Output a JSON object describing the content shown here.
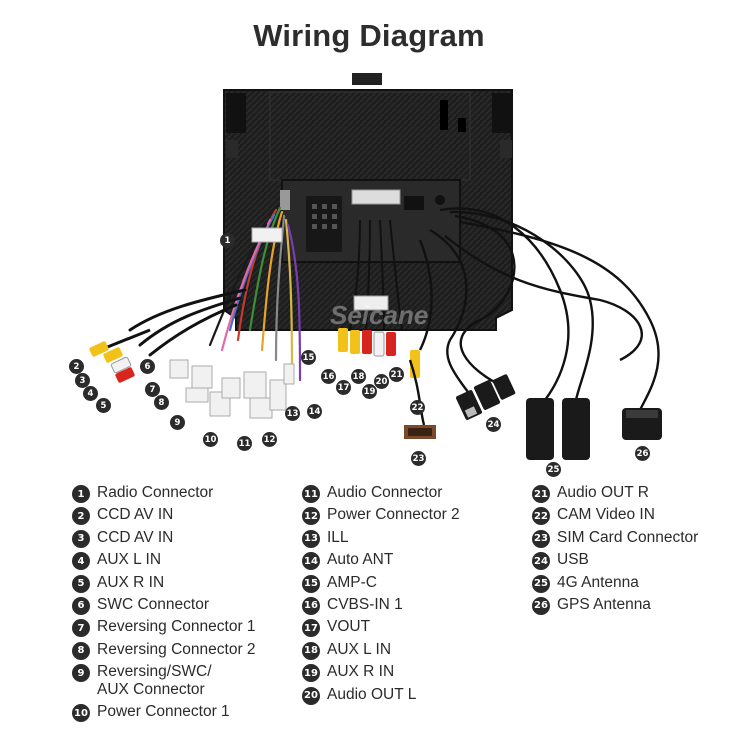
{
  "title": "Wiring Diagram",
  "watermark": "Seicane",
  "legend": [
    {
      "num": "1",
      "label": "Radio Connector"
    },
    {
      "num": "2",
      "label": "CCD AV IN"
    },
    {
      "num": "3",
      "label": "CCD AV IN"
    },
    {
      "num": "4",
      "label": "AUX L IN"
    },
    {
      "num": "5",
      "label": "AUX R IN"
    },
    {
      "num": "6",
      "label": "SWC Connector"
    },
    {
      "num": "7",
      "label": "Reversing Connector 1"
    },
    {
      "num": "8",
      "label": "Reversing Connector 2"
    },
    {
      "num": "9",
      "label": "Reversing/SWC/\nAUX Connector"
    },
    {
      "num": "10",
      "label": "Power Connector 1"
    },
    {
      "num": "11",
      "label": "Audio Connector"
    },
    {
      "num": "12",
      "label": "Power Connector 2"
    },
    {
      "num": "13",
      "label": "ILL"
    },
    {
      "num": "14",
      "label": "Auto ANT"
    },
    {
      "num": "15",
      "label": "AMP-C"
    },
    {
      "num": "16",
      "label": "CVBS-IN 1"
    },
    {
      "num": "17",
      "label": "VOUT"
    },
    {
      "num": "18",
      "label": "AUX L IN"
    },
    {
      "num": "19",
      "label": "AUX R IN"
    },
    {
      "num": "20",
      "label": "Audio OUT L"
    },
    {
      "num": "21",
      "label": "Audio OUT R"
    },
    {
      "num": "22",
      "label": "CAM Video IN"
    },
    {
      "num": "23",
      "label": "SIM Card Connector"
    },
    {
      "num": "24",
      "label": "USB"
    },
    {
      "num": "25",
      "label": "4G Antenna"
    },
    {
      "num": "26",
      "label": "GPS Antenna"
    }
  ],
  "colors": {
    "callout": "#2b2b2b",
    "unit_body": "#1c1c1c",
    "rca_yellow": "#f2c21b",
    "rca_red": "#d8261e",
    "rca_white": "#f2f2f2",
    "cable_black": "#111111"
  }
}
